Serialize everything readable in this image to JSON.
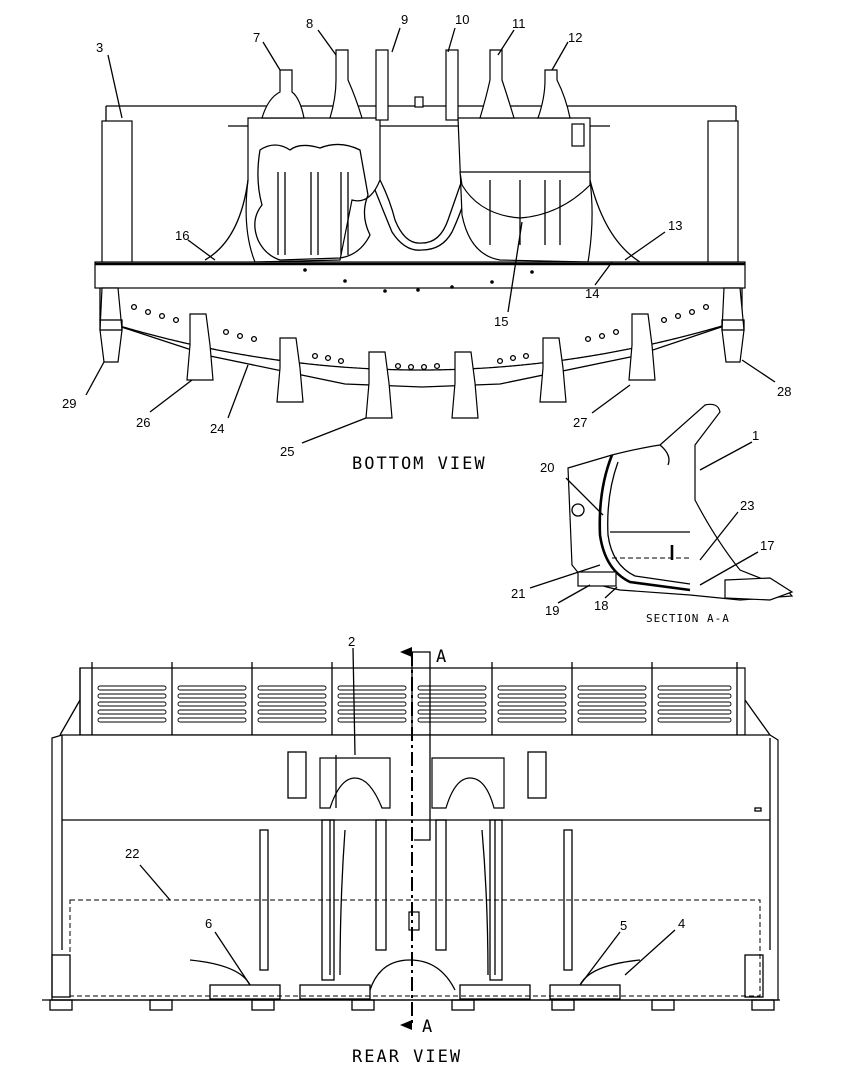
{
  "views": {
    "bottom": "BOTTOM VIEW",
    "rear": "REAR VIEW",
    "section": "SECTION A-A",
    "cut_top": "A",
    "cut_bottom": "A"
  },
  "callouts": {
    "c1": "1",
    "c2": "2",
    "c3": "3",
    "c4": "4",
    "c5": "5",
    "c6": "6",
    "c7": "7",
    "c8": "8",
    "c9": "9",
    "c10": "10",
    "c11": "11",
    "c12": "12",
    "c13": "13",
    "c14": "14",
    "c15": "15",
    "c16": "16",
    "c17": "17",
    "c18": "18",
    "c19": "19",
    "c20": "20",
    "c21": "21",
    "c22": "22",
    "c23": "23",
    "c24": "24",
    "c25": "25",
    "c26": "26",
    "c27": "27",
    "c28": "28",
    "c29": "29"
  }
}
